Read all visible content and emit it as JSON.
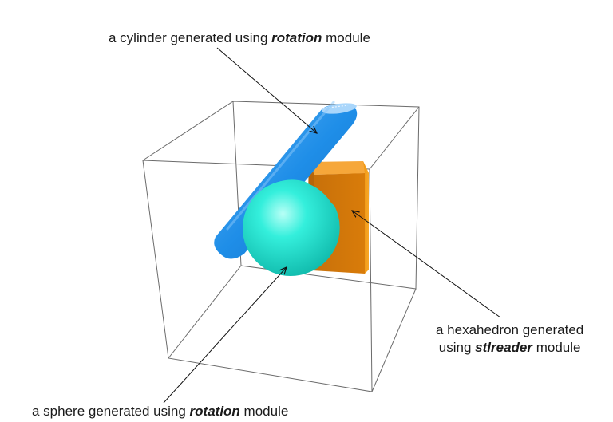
{
  "annotations": {
    "cylinder": {
      "prefix": "a cylinder generated using ",
      "module": "rotation",
      "suffix": " module"
    },
    "hexahedron": {
      "line1": "a hexahedron generated",
      "line2_prefix": "using ",
      "module": "stlreader",
      "line2_suffix": " module"
    },
    "sphere": {
      "prefix": "a sphere generated using ",
      "module": "rotation",
      "suffix": " module"
    }
  },
  "colors": {
    "cylinder": "#1f8ee8",
    "hexahedron": "#ee8a0c",
    "sphere": "#2ee8d6",
    "box_edges": "#555555",
    "arrow": "#111111"
  }
}
